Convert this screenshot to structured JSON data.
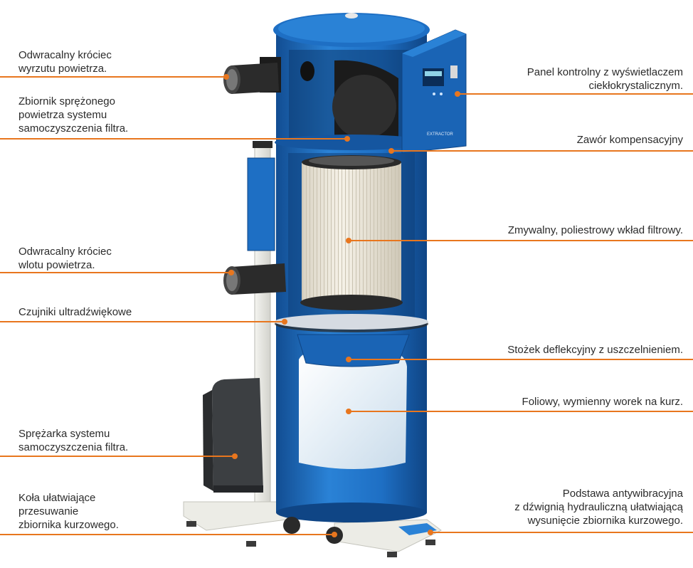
{
  "brand": "EXTRACTOR",
  "labels": {
    "outlet": "Odwracalny króciec\nwyrzutu powietrza.",
    "air_tank": "Zbiornik sprężonego\npowietrza systemu\nsamoczyszczenia filtra.",
    "inlet": "Odwracalny króciec\nwlotu powietrza.",
    "sensors": "Czujniki ultradźwiękowe",
    "compressor": "Sprężarka systemu\nsamoczyszczenia filtra.",
    "wheels": "Koła ułatwiające\nprzesuwanie\nzbiornika kurzowego.",
    "control_panel": "Panel kontrolny z wyświetlaczem\nciekłokrystalicznym.",
    "valve": "Zawór kompensacyjny",
    "filter": "Zmywalny, poliestrowy wkład filtrowy.",
    "cone": "Stożek deflekcyjny z uszczelnieniem.",
    "bag": "Foliowy, wymienny worek na kurz.",
    "base": "Podstawa antywibracyjna\nz dźwignią hydrauliczną ułatwiającą\nwysunięcie zbiornika kurzowego."
  },
  "colors": {
    "body_blue": "#1e6fc4",
    "body_dark": "#124d92",
    "leader_orange": "#e8761e",
    "filter_cream": "#efeade",
    "compressor_dark": "#3c3f42"
  }
}
